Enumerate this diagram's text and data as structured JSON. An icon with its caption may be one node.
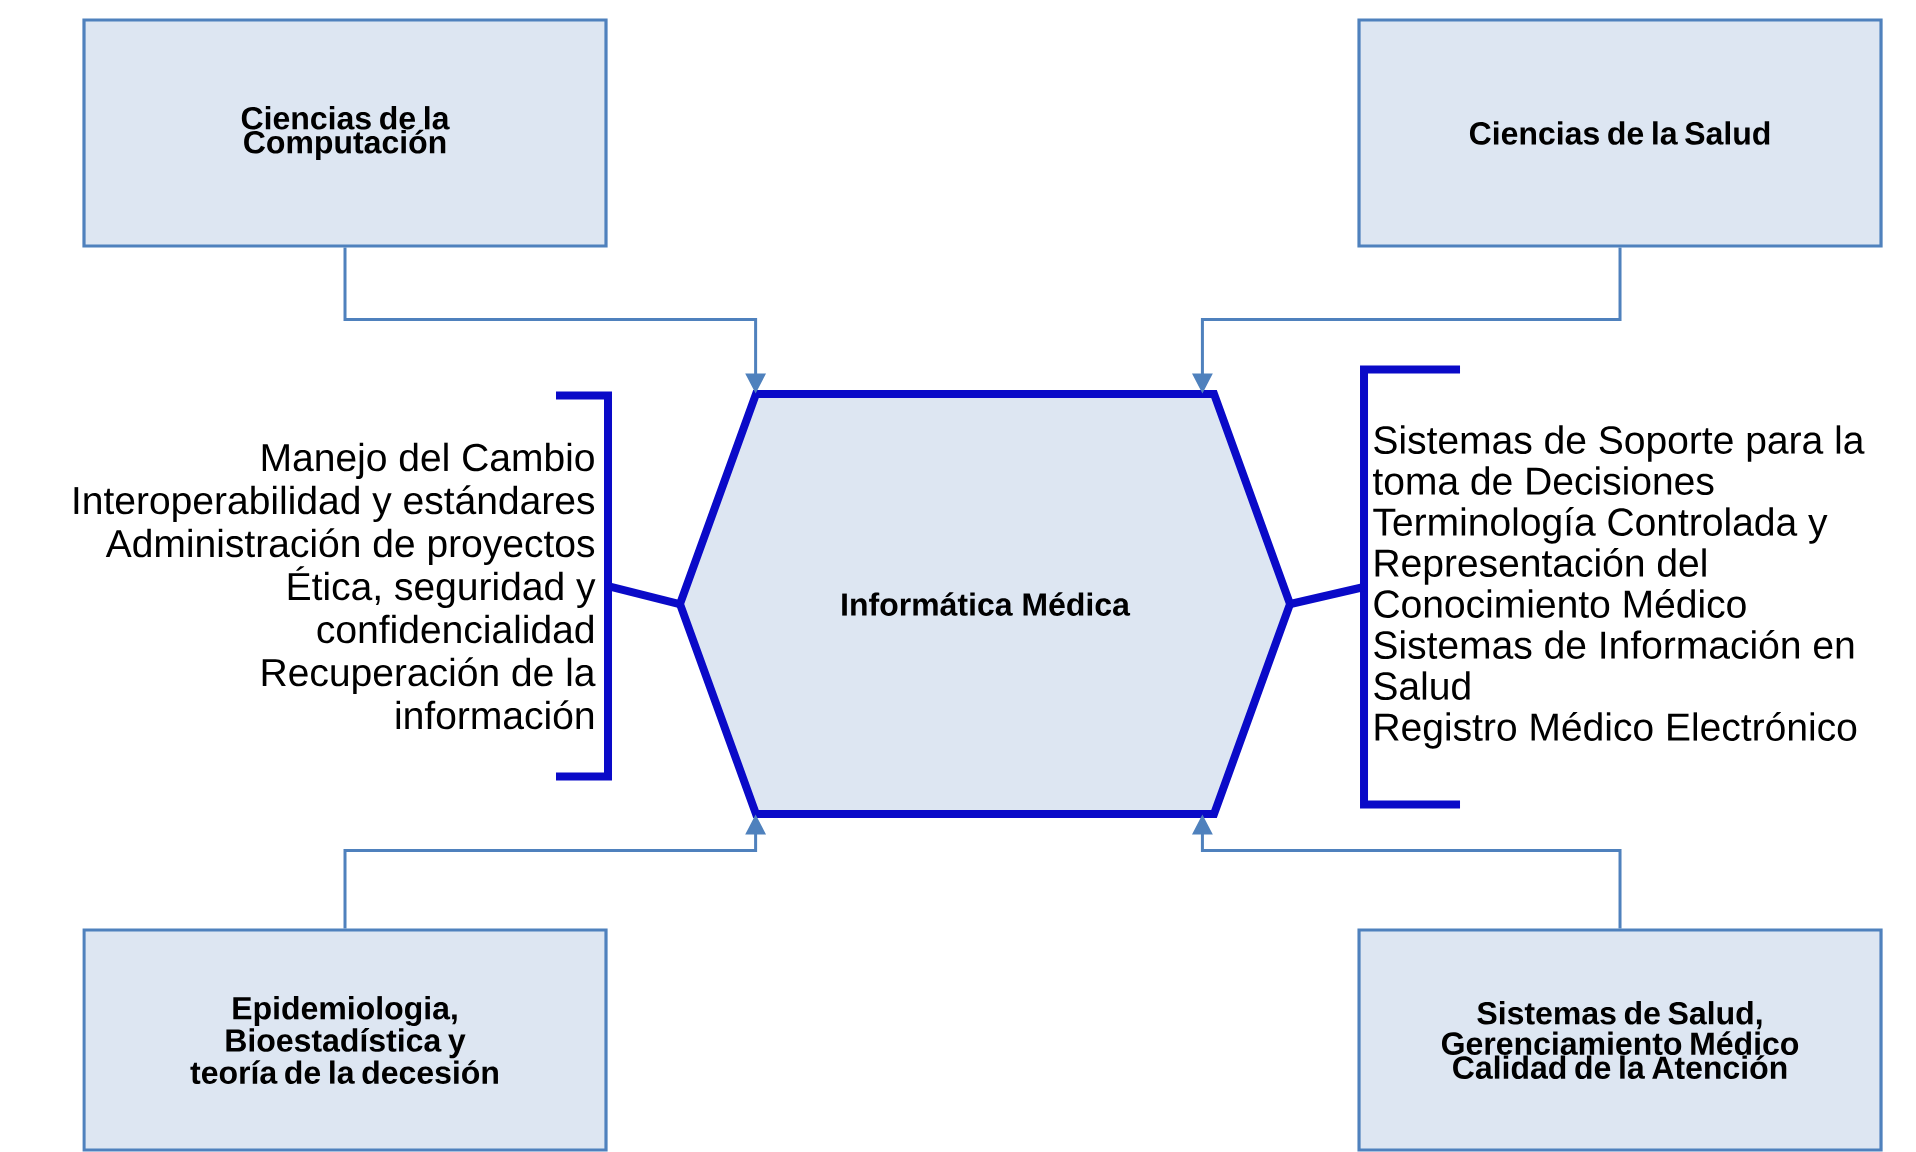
{
  "diagram": {
    "nodes": [
      {
        "text": [
          "Ciencias de la Computación"
        ]
      },
      {
        "text": [
          "Ciencias de la Salud"
        ]
      },
      {
        "text": [
          "Manejo del Cambio",
          "Interoperabilidad y estándares",
          "Administración de proyectos",
          "Ética, seguridad y confidencialidad",
          "Recuperación de la información"
        ]
      },
      {
        "text": [
          "Informática Médica"
        ]
      },
      {
        "text": [
          "Sistemas de Soporte para la toma de Decisiones",
          "Terminología Controlada y Representación del Conocimiento Médico",
          "Sistemas de Información en Salud",
          "Registro Médico Electrónico"
        ]
      },
      {
        "text": [
          "Epidemiologia, Bioestadística y teoría de la decesión"
        ]
      },
      {
        "text": [
          "Sistemas de Salud, Gerenciamiento Médico Calidad de la Atención"
        ]
      }
    ],
    "edges": [
      {
        "from": 0,
        "to": 3,
        "arrow": "to"
      },
      {
        "from": 1,
        "to": 3,
        "arrow": "to"
      },
      {
        "from": 5,
        "to": 3,
        "arrow": "to"
      },
      {
        "from": 6,
        "to": 3,
        "arrow": "to"
      },
      {
        "from": 3,
        "to": 2,
        "arrow": "none",
        "style": "thick",
        "color": "#0a0ac8"
      },
      {
        "from": 3,
        "to": 4,
        "arrow": "none",
        "style": "thick",
        "color": "#0a0ac8"
      }
    ]
  }
}
